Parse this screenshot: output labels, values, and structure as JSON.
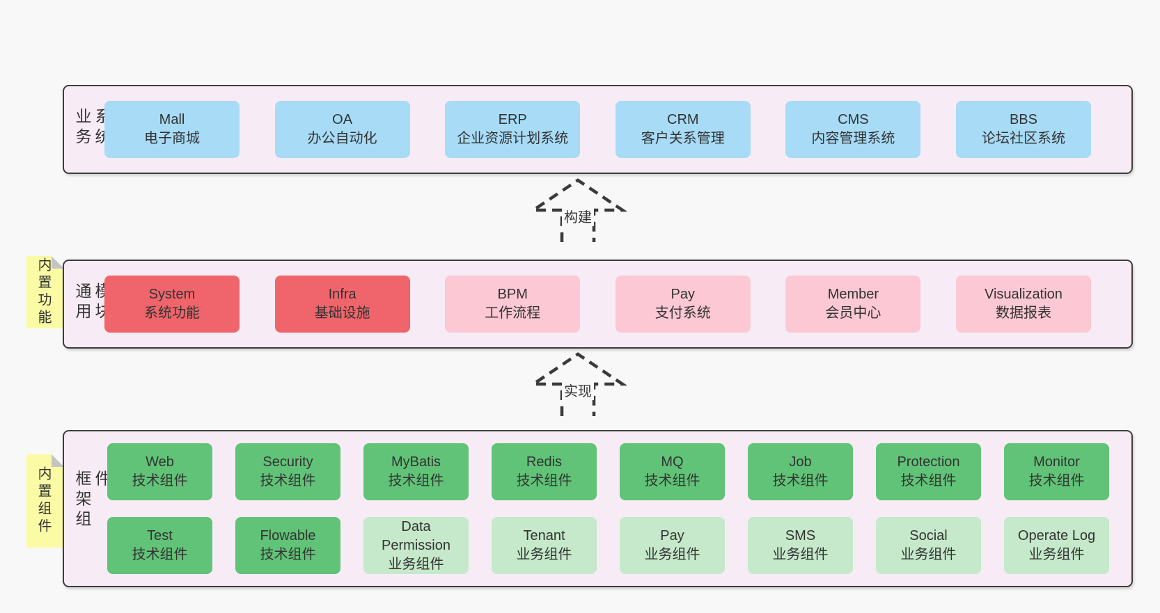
{
  "colors": {
    "page-bg": "#f8f8f8",
    "container-bg": "#f7ecf5",
    "border": "#3d3d3d",
    "text": "#333333",
    "blue": "#a7dbf6",
    "red": "#f0656b",
    "pink": "#fbc8d3",
    "green": "#61c377",
    "lightgreen": "#c5e9ca",
    "tag-yellow": "#fbfba6",
    "fold-gray": "#c4c4c4",
    "arrow-stroke": "#3a3a3a"
  },
  "arrows": [
    {
      "label": "构建"
    },
    {
      "label": "实现"
    }
  ],
  "sections": [
    {
      "id": "business",
      "side_label": "业务系统",
      "rows": [
        [
          {
            "name": "Mall",
            "sub": "电子商城",
            "variant": "blue"
          },
          {
            "name": "OA",
            "sub": "办公自动化",
            "variant": "blue"
          },
          {
            "name": "ERP",
            "sub": "企业资源计划系统",
            "variant": "blue"
          },
          {
            "name": "CRM",
            "sub": "客户关系管理",
            "variant": "blue"
          },
          {
            "name": "CMS",
            "sub": "内容管理系统",
            "variant": "blue"
          },
          {
            "name": "BBS",
            "sub": "论坛社区系统",
            "variant": "blue"
          }
        ]
      ]
    },
    {
      "id": "modules",
      "side_label": "通用模块",
      "tag": "内置功能",
      "rows": [
        [
          {
            "name": "System",
            "sub": "系统功能",
            "variant": "red"
          },
          {
            "name": "Infra",
            "sub": "基础设施",
            "variant": "red"
          },
          {
            "name": "BPM",
            "sub": "工作流程",
            "variant": "pink"
          },
          {
            "name": "Pay",
            "sub": "支付系统",
            "variant": "pink"
          },
          {
            "name": "Member",
            "sub": "会员中心",
            "variant": "pink"
          },
          {
            "name": "Visualization",
            "sub": "数据报表",
            "variant": "pink"
          }
        ]
      ]
    },
    {
      "id": "framework",
      "side_label": "框架组件",
      "tag": "内置组件",
      "rows": [
        [
          {
            "name": "Web",
            "sub": "技术组件",
            "variant": "green"
          },
          {
            "name": "Security",
            "sub": "技术组件",
            "variant": "green"
          },
          {
            "name": "MyBatis",
            "sub": "技术组件",
            "variant": "green"
          },
          {
            "name": "Redis",
            "sub": "技术组件",
            "variant": "green"
          },
          {
            "name": "MQ",
            "sub": "技术组件",
            "variant": "green"
          },
          {
            "name": "Job",
            "sub": "技术组件",
            "variant": "green"
          },
          {
            "name": "Protection",
            "sub": "技术组件",
            "variant": "green"
          },
          {
            "name": "Monitor",
            "sub": "技术组件",
            "variant": "green"
          }
        ],
        [
          {
            "name": "Test",
            "sub": "技术组件",
            "variant": "green"
          },
          {
            "name": "Flowable",
            "sub": "技术组件",
            "variant": "green"
          },
          {
            "name": "Data Permission",
            "sub": "业务组件",
            "variant": "lightgreen"
          },
          {
            "name": "Tenant",
            "sub": "业务组件",
            "variant": "lightgreen"
          },
          {
            "name": "Pay",
            "sub": "业务组件",
            "variant": "lightgreen"
          },
          {
            "name": "SMS",
            "sub": "业务组件",
            "variant": "lightgreen"
          },
          {
            "name": "Social",
            "sub": "业务组件",
            "variant": "lightgreen"
          },
          {
            "name": "Operate Log",
            "sub": "业务组件",
            "variant": "lightgreen"
          }
        ]
      ]
    }
  ]
}
